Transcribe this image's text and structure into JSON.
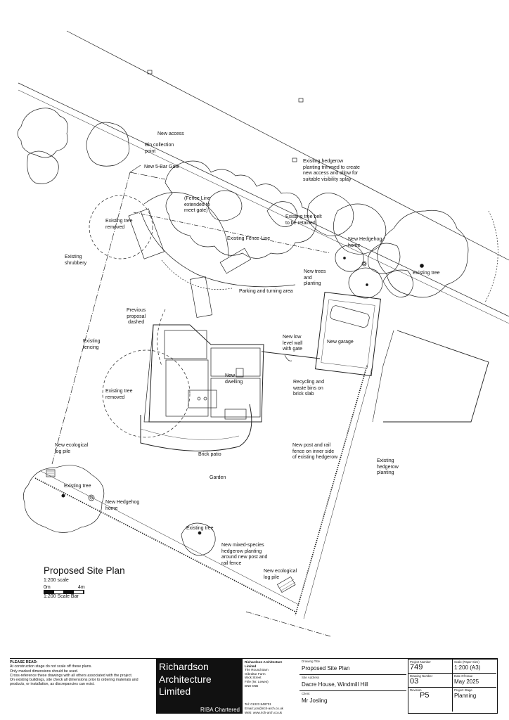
{
  "labels": {
    "new_access": "New access",
    "bin_collection": "Bin collection\npoint",
    "new_gate": "New 5-Bar Gate",
    "fence_extended": "(Fence Line\nextended to\nmeet gate)",
    "hedgerow_trimmed": "Existing hedgerow\nplanting trimmed to create\nnew access and allow for\nsuitable visibility splay",
    "tree_belt_retained": "Existing tree belt\nto be retained",
    "existing_tree_removed_1": "Existing tree\nremoved",
    "existing_fence_line": "Existing Fence Line",
    "new_hedgehog_home_1": "New Hedgehog\nhome",
    "existing_tree_1": "Existing tree",
    "existing_shrubbery": "Existing\nshrubbery",
    "new_trees_planting": "New trees\nand\nplanting",
    "parking_turning": "Parking and turning area",
    "previous_proposal": "Previous\nproposal\ndashed",
    "existing_fencing": "Existing\nfencing",
    "new_low_wall": "New low\nlevel wall\nwith gate",
    "new_garage": "New garage",
    "new_dwelling": "New\ndwelling",
    "recycling": "Recycling and\nwaste bins on\nbrick slab",
    "existing_tree_removed_2": "Existing tree\nremoved",
    "brick_patio": "Brick patio",
    "new_ecological_log_pile_1": "New ecological\nlog pile",
    "new_post_rail": "New post and rail\nfence on inner side\nof existing hedgerow",
    "existing_hedgerow_planting": "Existing\nhedgerow\nplanting",
    "garden": "Garden",
    "existing_tree_2": "Existing tree",
    "new_hedgehog_home_2": "New Hedgehog\nhome",
    "existing_tree_3": "Existing tree",
    "new_mixed_species": "New mixed-species\nhedgerow planting\naround new post and\nrail fence",
    "new_ecological_log_pile_2": "New ecological\nlog pile"
  },
  "title_block": {
    "title": "Proposed Site Plan",
    "scale": "1:200 scale",
    "scale_start": "0m",
    "scale_end": "4m",
    "scale_bar_label": "1:200 Scale Bar"
  },
  "footer": {
    "notes_heading": "PLEASE READ:",
    "notes": [
      "At construction stage do not scale off these plans.",
      "Only marked dimensions should be used.",
      "Cross-reference these drawings with all others associated with the project.",
      "On existing buildings, site check all dimensions prior to ordering materials and products, or installation, as discrepancies can exist."
    ],
    "company_name": "Richardson\nArchitecture\nLimited",
    "riba": "RIBA Chartered",
    "address_heading": "Richardson Architecture Limited",
    "address": "The Round Barn\nGibraltar Farm\nWick Street\nFirle (Nr. Lewes)\nBN8 6NB",
    "contact": "Tel: 01323 848701\nEmail: jon@rich-arch.co.uk\nWeb: www.rich-arch.co.uk",
    "drawing_title_label": "Drawing Title",
    "drawing_title": "Proposed Site Plan",
    "site_address_label": "Site Address",
    "site_address": "Dacre House, Windmill Hill",
    "client_label": "Client",
    "client": "Mr Josling",
    "project_number_label": "Project Number",
    "project_number": "749",
    "scale_paper_label": "Scale (Paper Size)",
    "scale_paper": "1:200 (A3)",
    "drawing_number_label": "Drawing Number",
    "drawing_number": "03",
    "date_label": "Date Of Issue",
    "date": "May 2025",
    "revision_label": "Revision",
    "revision": "P5",
    "stage_label": "Project Stage",
    "stage": "Planning"
  }
}
